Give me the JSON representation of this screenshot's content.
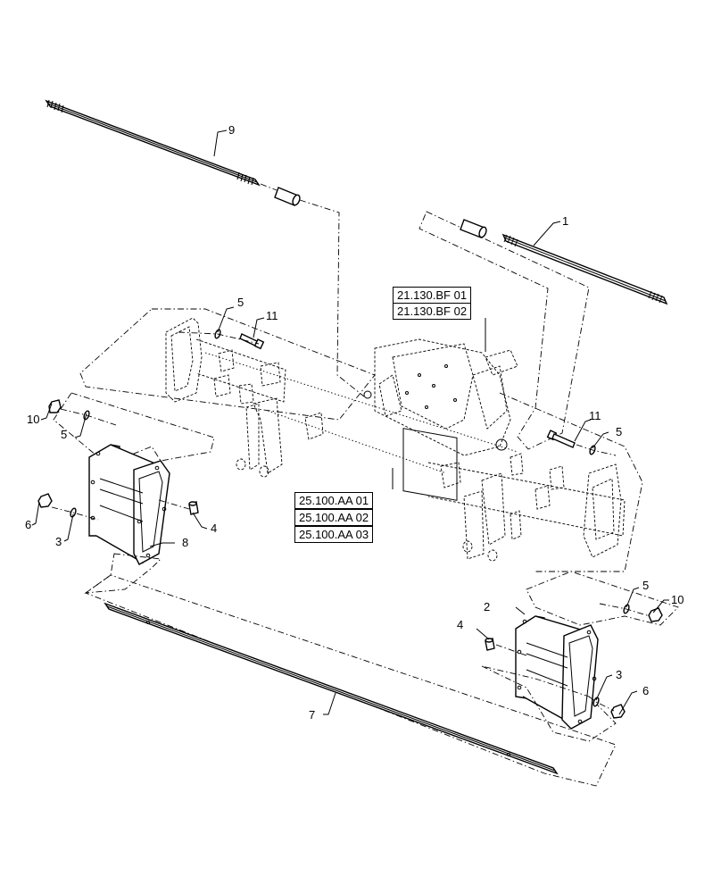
{
  "callouts": {
    "c1": "1",
    "c2": "2",
    "c3a": "3",
    "c3b": "3",
    "c4a": "4",
    "c4b": "4",
    "c5a": "5",
    "c5b": "5",
    "c5c": "5",
    "c5d": "5",
    "c6a": "6",
    "c6b": "6",
    "c7": "7",
    "c8": "8",
    "c9": "9",
    "c10a": "10",
    "c10b": "10",
    "c11a": "11",
    "c11b": "11"
  },
  "references": {
    "bf": [
      "21.130.BF 01",
      "21.130.BF 02"
    ],
    "aa": [
      "25.100.AA 01",
      "25.100.AA 02",
      "25.100.AA 03"
    ]
  }
}
